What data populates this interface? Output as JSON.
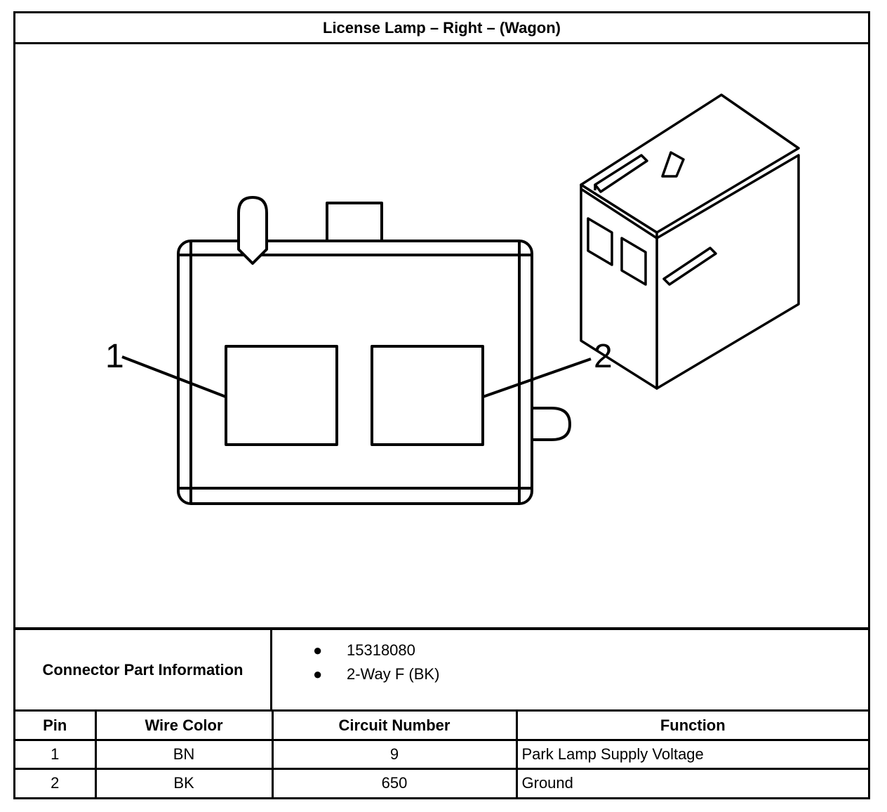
{
  "title": "License Lamp – Right – (Wagon)",
  "diagram": {
    "callouts": [
      "1",
      "2"
    ]
  },
  "connector_info": {
    "label": "Connector Part Information",
    "items": [
      "15318080",
      "2-Way F (BK)"
    ]
  },
  "pin_table": {
    "headers": [
      "Pin",
      "Wire Color",
      "Circuit Number",
      "Function"
    ],
    "rows": [
      {
        "pin": "1",
        "wire_color": "BN",
        "circuit": "9",
        "function": "Park Lamp Supply Voltage"
      },
      {
        "pin": "2",
        "wire_color": "BK",
        "circuit": "650",
        "function": "Ground"
      }
    ]
  }
}
